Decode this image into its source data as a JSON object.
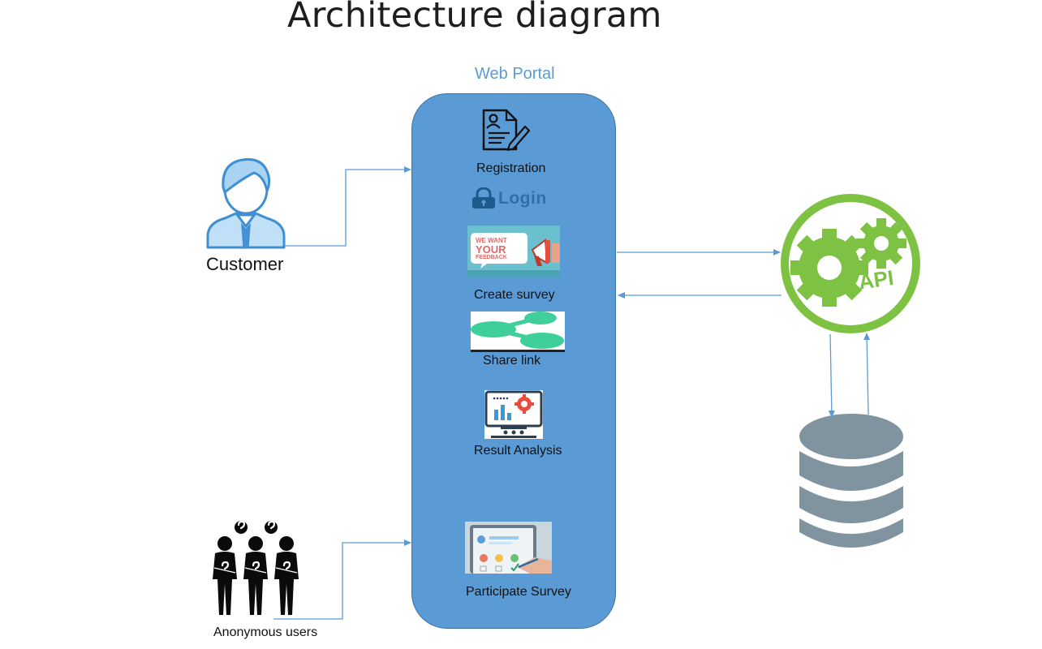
{
  "title": "Architecture diagram",
  "portal": {
    "title": "Web Portal",
    "items": [
      {
        "label": "Registration"
      },
      {
        "label": "Login"
      },
      {
        "label": "Create survey",
        "image_text": [
          "WE WANT",
          "YOUR",
          "FEEDBACK"
        ]
      },
      {
        "label": "Share link"
      },
      {
        "label": "Result Analysis"
      },
      {
        "label": "Participate Survey"
      }
    ]
  },
  "actors": {
    "customer": "Customer",
    "anonymous": "Anonymous users"
  },
  "api": {
    "label": "API"
  },
  "colors": {
    "portal_fill": "#5b9bd5",
    "portal_border": "#41719c",
    "api_green": "#7dc242",
    "database": "#7f949f",
    "arrow": "#5b9bd5"
  }
}
